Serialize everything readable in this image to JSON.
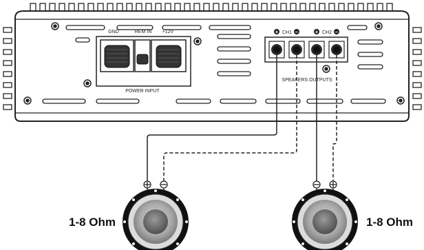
{
  "amplifier": {
    "power_terminals": {
      "gnd": "GND",
      "rem_in": "REM IN",
      "plus12v": "+12V",
      "section_label": "POWER INPUT"
    },
    "speaker_terminals": {
      "ch1": "CH1",
      "ch2": "CH2",
      "plus_symbol": "+",
      "minus_symbol": "−",
      "section_label": "SPEAKERS OUTPUTS"
    }
  },
  "speakers": [
    {
      "id": "left",
      "impedance_label": "1-8 Ohm"
    },
    {
      "id": "right",
      "impedance_label": "1-8 Ohm"
    }
  ],
  "wiring": {
    "positive_wire_style": "solid",
    "negative_wire_style": "dashed",
    "wire_color": "#222222"
  }
}
